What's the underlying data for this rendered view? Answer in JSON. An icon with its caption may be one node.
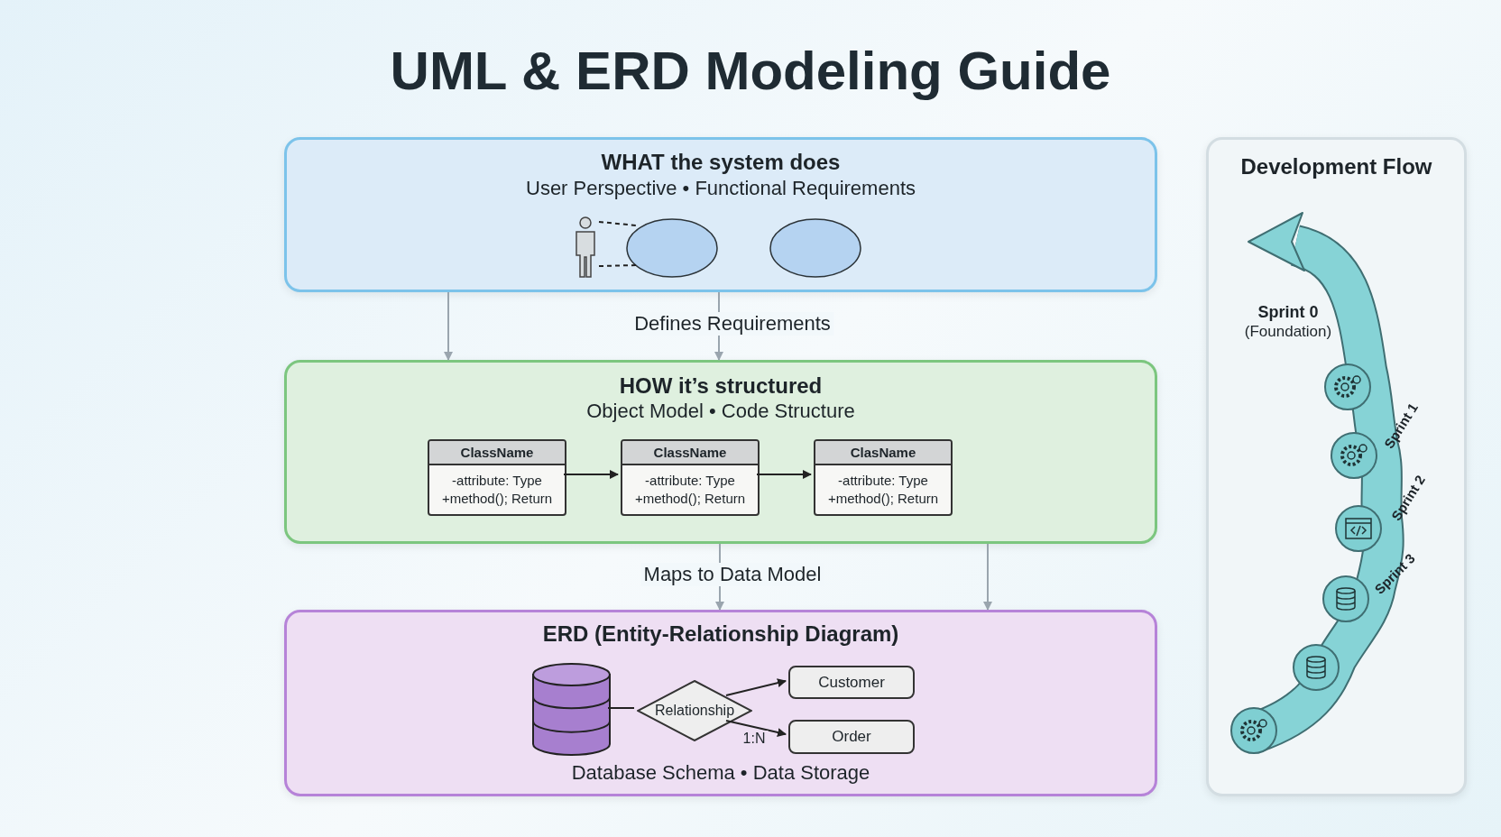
{
  "diagram": {
    "title": "UML & ERD Modeling Guide",
    "nodes": [
      {
        "text": [
          "WHAT the system does",
          "User Perspective • Functional Requirements"
        ]
      },
      {
        "text": [],
        "shape": "person",
        "in": 0
      },
      {
        "text": [],
        "shape": "ellipse",
        "in": 0
      },
      {
        "text": [],
        "shape": "ellipse",
        "in": 0
      },
      {
        "text": [
          "HOW it’s structured",
          "Object Model • Code Structure"
        ]
      },
      {
        "text": [
          "ClassName",
          "-attribute: Type +method(); Return"
        ],
        "in": 4
      },
      {
        "text": [
          "ClassName",
          "-attribute: Type +method(); Return"
        ],
        "in": 4
      },
      {
        "text": [
          "ClasName",
          "-attribute: Type +method(); Return"
        ],
        "in": 4
      },
      {
        "text": [
          "ERD (Entity-Relationship Diagram)",
          "Database Schema • Data Storage"
        ]
      },
      {
        "text": [],
        "shape": "cylinder",
        "in": 8
      },
      {
        "text": [
          "Relationship"
        ],
        "in": 8
      },
      {
        "text": [
          "Customer"
        ],
        "in": 8
      },
      {
        "text": [
          "Order"
        ],
        "in": 8
      },
      {
        "text": [
          "Development Flow"
        ]
      }
    ],
    "edges": [
      {
        "from": 1,
        "to": 2,
        "arrow": "none",
        "style": "dashed"
      },
      {
        "from": 1,
        "to": 2,
        "arrow": "none",
        "style": "dashed"
      },
      {
        "from": 0,
        "to": 4,
        "arrow": "to",
        "color": "#9aa5ae"
      },
      {
        "from": 0,
        "to": 4,
        "arrow": "to",
        "label": "Defines Requirements",
        "color": "#9aa5ae"
      },
      {
        "from": 5,
        "to": 6,
        "arrow": "to"
      },
      {
        "from": 6,
        "to": 7,
        "arrow": "to"
      },
      {
        "from": 4,
        "to": 8,
        "arrow": "to",
        "label": "Maps to Data Model",
        "color": "#9aa5ae"
      },
      {
        "from": 4,
        "to": 8,
        "arrow": "to",
        "color": "#9aa5ae"
      },
      {
        "from": 9,
        "to": 10,
        "arrow": "none"
      },
      {
        "from": 10,
        "to": 11,
        "arrow": "to"
      },
      {
        "from": 10,
        "to": 12,
        "arrow": "to",
        "label": "1:N"
      }
    ],
    "labels": [
      "Sprint 0",
      "(Foundation)",
      "Sprint 1",
      "Sprint 2",
      "Sprint 3"
    ]
  }
}
